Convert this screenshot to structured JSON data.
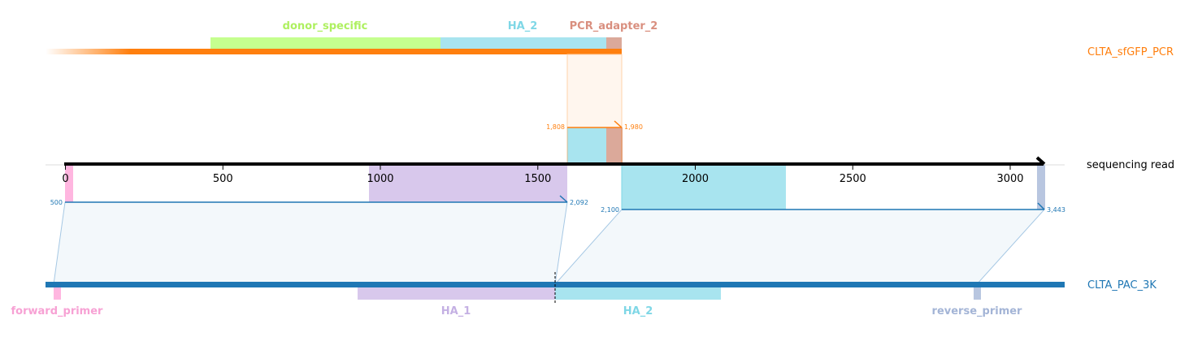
{
  "tracks": {
    "pcr": {
      "name": "CLTA_sfGFP_PCR",
      "color": "#ff7f0e"
    },
    "read": {
      "name": "sequencing read",
      "color": "#000000"
    },
    "ref": {
      "name": "CLTA_PAC_3K",
      "color": "#1f77b4"
    }
  },
  "top_features": [
    {
      "label": "donor_specific",
      "color": "#c5ff8f",
      "label_color": "#aef060"
    },
    {
      "label": "HA_2",
      "color": "#a8e4ef",
      "label_color": "#7fd7e6"
    },
    {
      "label": "PCR_adapter_2",
      "color": "#dba99a",
      "label_color": "#d98f7f"
    }
  ],
  "bottom_features": [
    {
      "label": "forward_primer",
      "color": "#ffb6e0",
      "label_color": "#f7a1d4"
    },
    {
      "label": "HA_1",
      "color": "#d8c8ec",
      "label_color": "#c4b0e3"
    },
    {
      "label": "HA_2",
      "color": "#a8e4ef",
      "label_color": "#7fd7e6"
    },
    {
      "label": "reverse_primer",
      "color": "#b8c6e0",
      "label_color": "#a3b4d6"
    }
  ],
  "axis": {
    "ticks": [
      0,
      500,
      1000,
      1500,
      2000,
      2500,
      3000
    ],
    "tick_labels": [
      "0",
      "500",
      "1000",
      "1500",
      "2000",
      "2500",
      "3000"
    ]
  },
  "alignments": [
    {
      "start_label": "1,808",
      "end_label": "1,980",
      "color": "#ff7f0e"
    },
    {
      "start_label": "500",
      "end_label": "2,092",
      "color": "#1f77b4"
    },
    {
      "start_label": "2,100",
      "end_label": "3,443",
      "color": "#1f77b4"
    }
  ]
}
